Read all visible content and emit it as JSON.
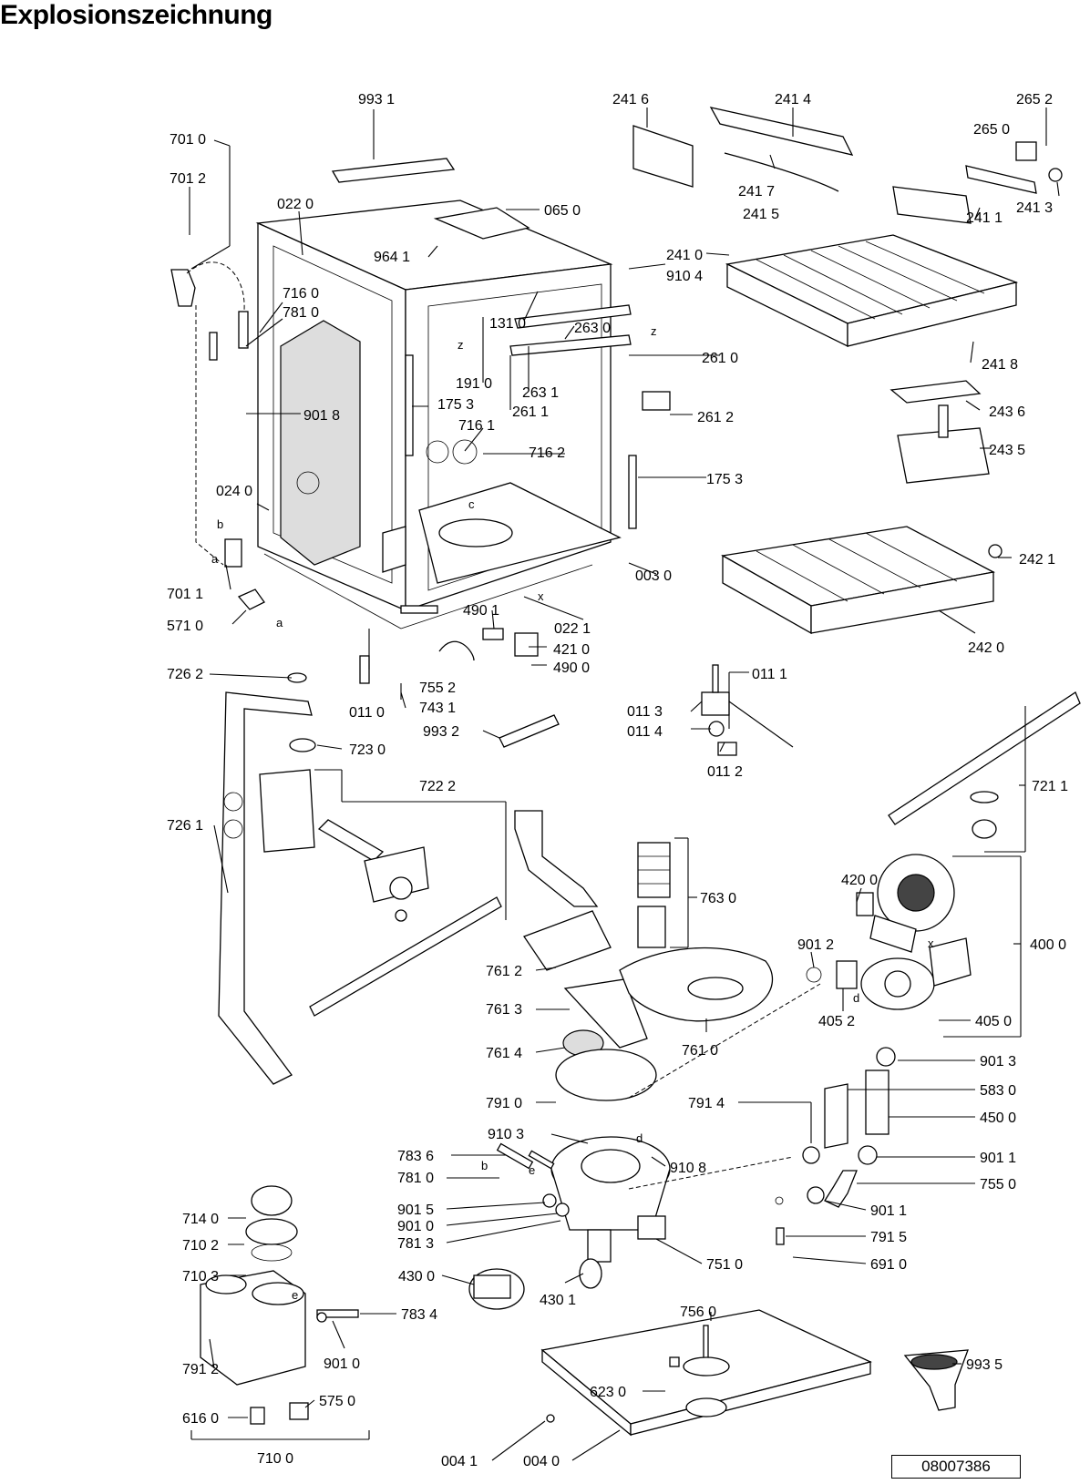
{
  "title": "Explosionszeichnung",
  "document_number": "08007386",
  "labels": {
    "p993_1": "993 1",
    "p241_6": "241 6",
    "p241_4": "241 4",
    "p265_2": "265 2",
    "p265_0": "265 0",
    "p701_0": "701 0",
    "p701_2": "701 2",
    "p022_0": "022 0",
    "p065_0": "065 0",
    "p241_7": "241 7",
    "p241_5": "241 5",
    "p241_1": "241 1",
    "p241_3": "241 3",
    "p964_1": "964 1",
    "p241_0": "241 0",
    "p910_4": "910 4",
    "p716_0": "716 0",
    "p781_0a": "781 0",
    "p131_0": "131 0",
    "p263_0": "263 0",
    "p261_0": "261 0",
    "p241_8": "241 8",
    "p191_0": "191 0",
    "p263_1": "263 1",
    "p175_3a": "175 3",
    "p261_1": "261 1",
    "p901_8": "901 8",
    "p261_2": "261 2",
    "p243_6": "243 6",
    "p716_1": "716 1",
    "p716_2": "716 2",
    "p243_5": "243 5",
    "p175_3b": "175 3",
    "p024_0": "024 0",
    "p242_1": "242 1",
    "p003_0": "003 0",
    "p701_1": "701 1",
    "p490_1": "490 1",
    "p022_1": "022 1",
    "p571_0": "571 0",
    "p421_0": "421 0",
    "p242_0": "242 0",
    "p490_0": "490 0",
    "p726_2": "726 2",
    "p755_2": "755 2",
    "p011_1": "011 1",
    "p011_0": "011 0",
    "p743_1": "743 1",
    "p011_3": "011 3",
    "p993_2": "993 2",
    "p011_4": "011 4",
    "p723_0": "723 0",
    "p011_2": "011 2",
    "p722_2": "722 2",
    "p721_1": "721 1",
    "p726_1": "726 1",
    "p763_0": "763 0",
    "p420_0": "420 0",
    "p400_0": "400 0",
    "p901_2": "901 2",
    "p761_2": "761 2",
    "p761_3": "761 3",
    "p405_2": "405 2",
    "p405_0": "405 0",
    "p761_4": "761 4",
    "p761_0": "761 0",
    "p901_3": "901 3",
    "p583_0": "583 0",
    "p791_0": "791 0",
    "p791_4": "791 4",
    "p450_0": "450 0",
    "p910_3": "910 3",
    "p910_8": "910 8",
    "p901_1a": "901 1",
    "p783_6": "783 6",
    "p781_0b": "781 0",
    "p755_0": "755 0",
    "p901_5": "901 5",
    "p901_1b": "901 1",
    "p714_0": "714 0",
    "p901_0a": "901 0",
    "p791_5": "791 5",
    "p781_3": "781 3",
    "p710_2": "710 2",
    "p751_0": "751 0",
    "p691_0": "691 0",
    "p710_3": "710 3",
    "p430_0": "430 0",
    "p430_1": "430 1",
    "p783_4": "783 4",
    "p756_0": "756 0",
    "p901_0b": "901 0",
    "p993_5": "993 5",
    "p791_2": "791 2",
    "p623_0": "623 0",
    "p575_0": "575 0",
    "p616_0": "616 0",
    "p710_0": "710 0",
    "p004_1": "004 1",
    "p004_0": "004 0"
  },
  "markers": {
    "z1": "z",
    "z2": "z",
    "c": "c",
    "x1": "x",
    "b1": "b",
    "a1": "a",
    "a2": "a",
    "x2": "x",
    "d1": "d",
    "d2": "d",
    "b2": "b",
    "e1": "e",
    "e2": "e"
  }
}
